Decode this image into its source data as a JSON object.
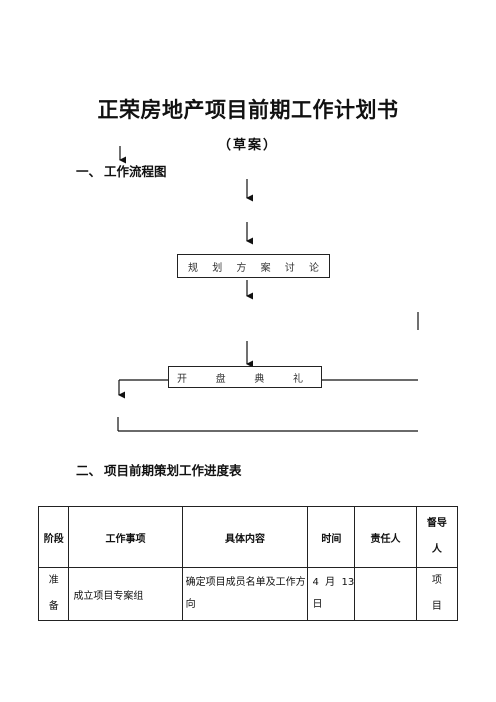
{
  "document": {
    "title": "正荣房地产项目前期工作计划书",
    "subtitle": "（草案）"
  },
  "section1": {
    "num": "一、",
    "label": "工作流程图"
  },
  "flowchart": {
    "box_plan": [
      "规",
      "划",
      "方",
      "案",
      "讨",
      "论"
    ],
    "box_open": [
      "开",
      "盘",
      "典",
      "礼"
    ]
  },
  "section2": {
    "num": "二、",
    "label": "项目前期策划工作进度表"
  },
  "table": {
    "headers": {
      "stage": "阶段",
      "task": "工作事项",
      "detail": "具体内容",
      "time": "时间",
      "owner": "责任人",
      "supervisor_1": "督导",
      "supervisor_2": "人"
    },
    "rows": [
      {
        "stage_1": "准",
        "stage_2": "备",
        "task": "成立项目专案组",
        "detail_1": "确定项目成员名单及工作方",
        "detail_2": "向",
        "time_1": "4  月  13",
        "time_2": "日",
        "owner": "",
        "supervisor_1": "项",
        "supervisor_2": "目"
      }
    ]
  }
}
